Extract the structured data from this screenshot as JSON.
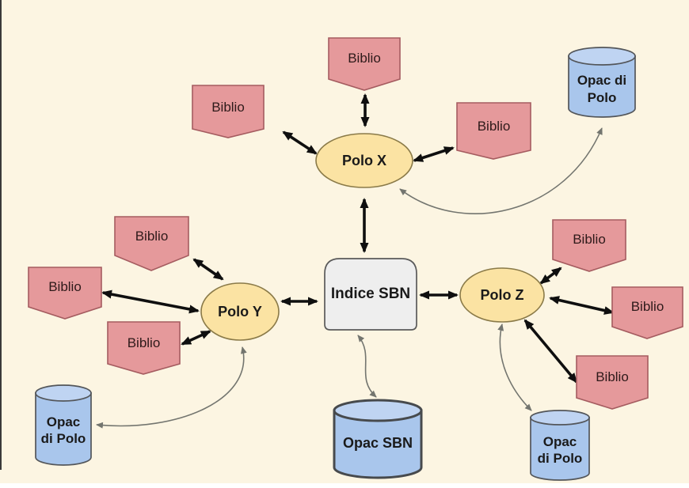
{
  "nodes": {
    "indice_sbn": {
      "label": "Indice SBN"
    },
    "polo_x": {
      "label": "Polo X"
    },
    "polo_y": {
      "label": "Polo Y"
    },
    "polo_z": {
      "label": "Polo Z"
    },
    "biblio": {
      "label": "Biblio",
      "count": 9
    },
    "opac_sbn": {
      "label": "Opac SBN"
    },
    "opac_polo_top_right": {
      "line1": "Opac di",
      "line2": "Polo"
    },
    "opac_polo_bottom_left": {
      "line1": "Opac",
      "line2": "di Polo"
    },
    "opac_polo_bottom_right": {
      "line1": "Opac",
      "line2": "di Polo"
    }
  },
  "colors": {
    "background": "#FCF5E2",
    "biblio_fill": "#E5999B",
    "biblio_border": "#A55C60",
    "polo_fill": "#FBE3A3",
    "polo_border": "#8A7A48",
    "indice_fill": "#EEEEEE",
    "indice_border": "#5A5A5A",
    "opac_fill": "#A9C6EC",
    "opac_top_fill": "#BFD4F2",
    "opac_border": "#53565A",
    "opac_sbn_border": "#474A4D",
    "arrow": "#0F0F0F",
    "curve": "#73756F",
    "text": "#1A1A1A",
    "biblio_text": "#2E1A1A"
  }
}
